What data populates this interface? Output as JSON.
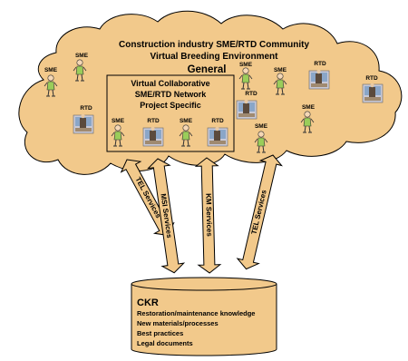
{
  "cloud": {
    "title_line1": "Construction industry SME/RTD Community",
    "title_line2": "Virtual Breeding Environment",
    "general_label": "General"
  },
  "network": {
    "line1": "Virtual Collaborative",
    "line2": "SME/RTD Network",
    "line3": "Project Specific"
  },
  "actors": {
    "sme": "SME",
    "rtd": "RTD"
  },
  "arrows": {
    "tel_left": "TEL Services",
    "msi": "MSI Services",
    "km": "KM Services",
    "tel_right": "TEL Services"
  },
  "ckr": {
    "title": "CKR",
    "items": [
      "Restoration/maintenance knowledge",
      "New materials/processes",
      "Best practices",
      "Legal documents"
    ]
  },
  "colors": {
    "fill": "#F2C98B",
    "stroke": "#000000",
    "figure_green": "#9ACD5A"
  }
}
